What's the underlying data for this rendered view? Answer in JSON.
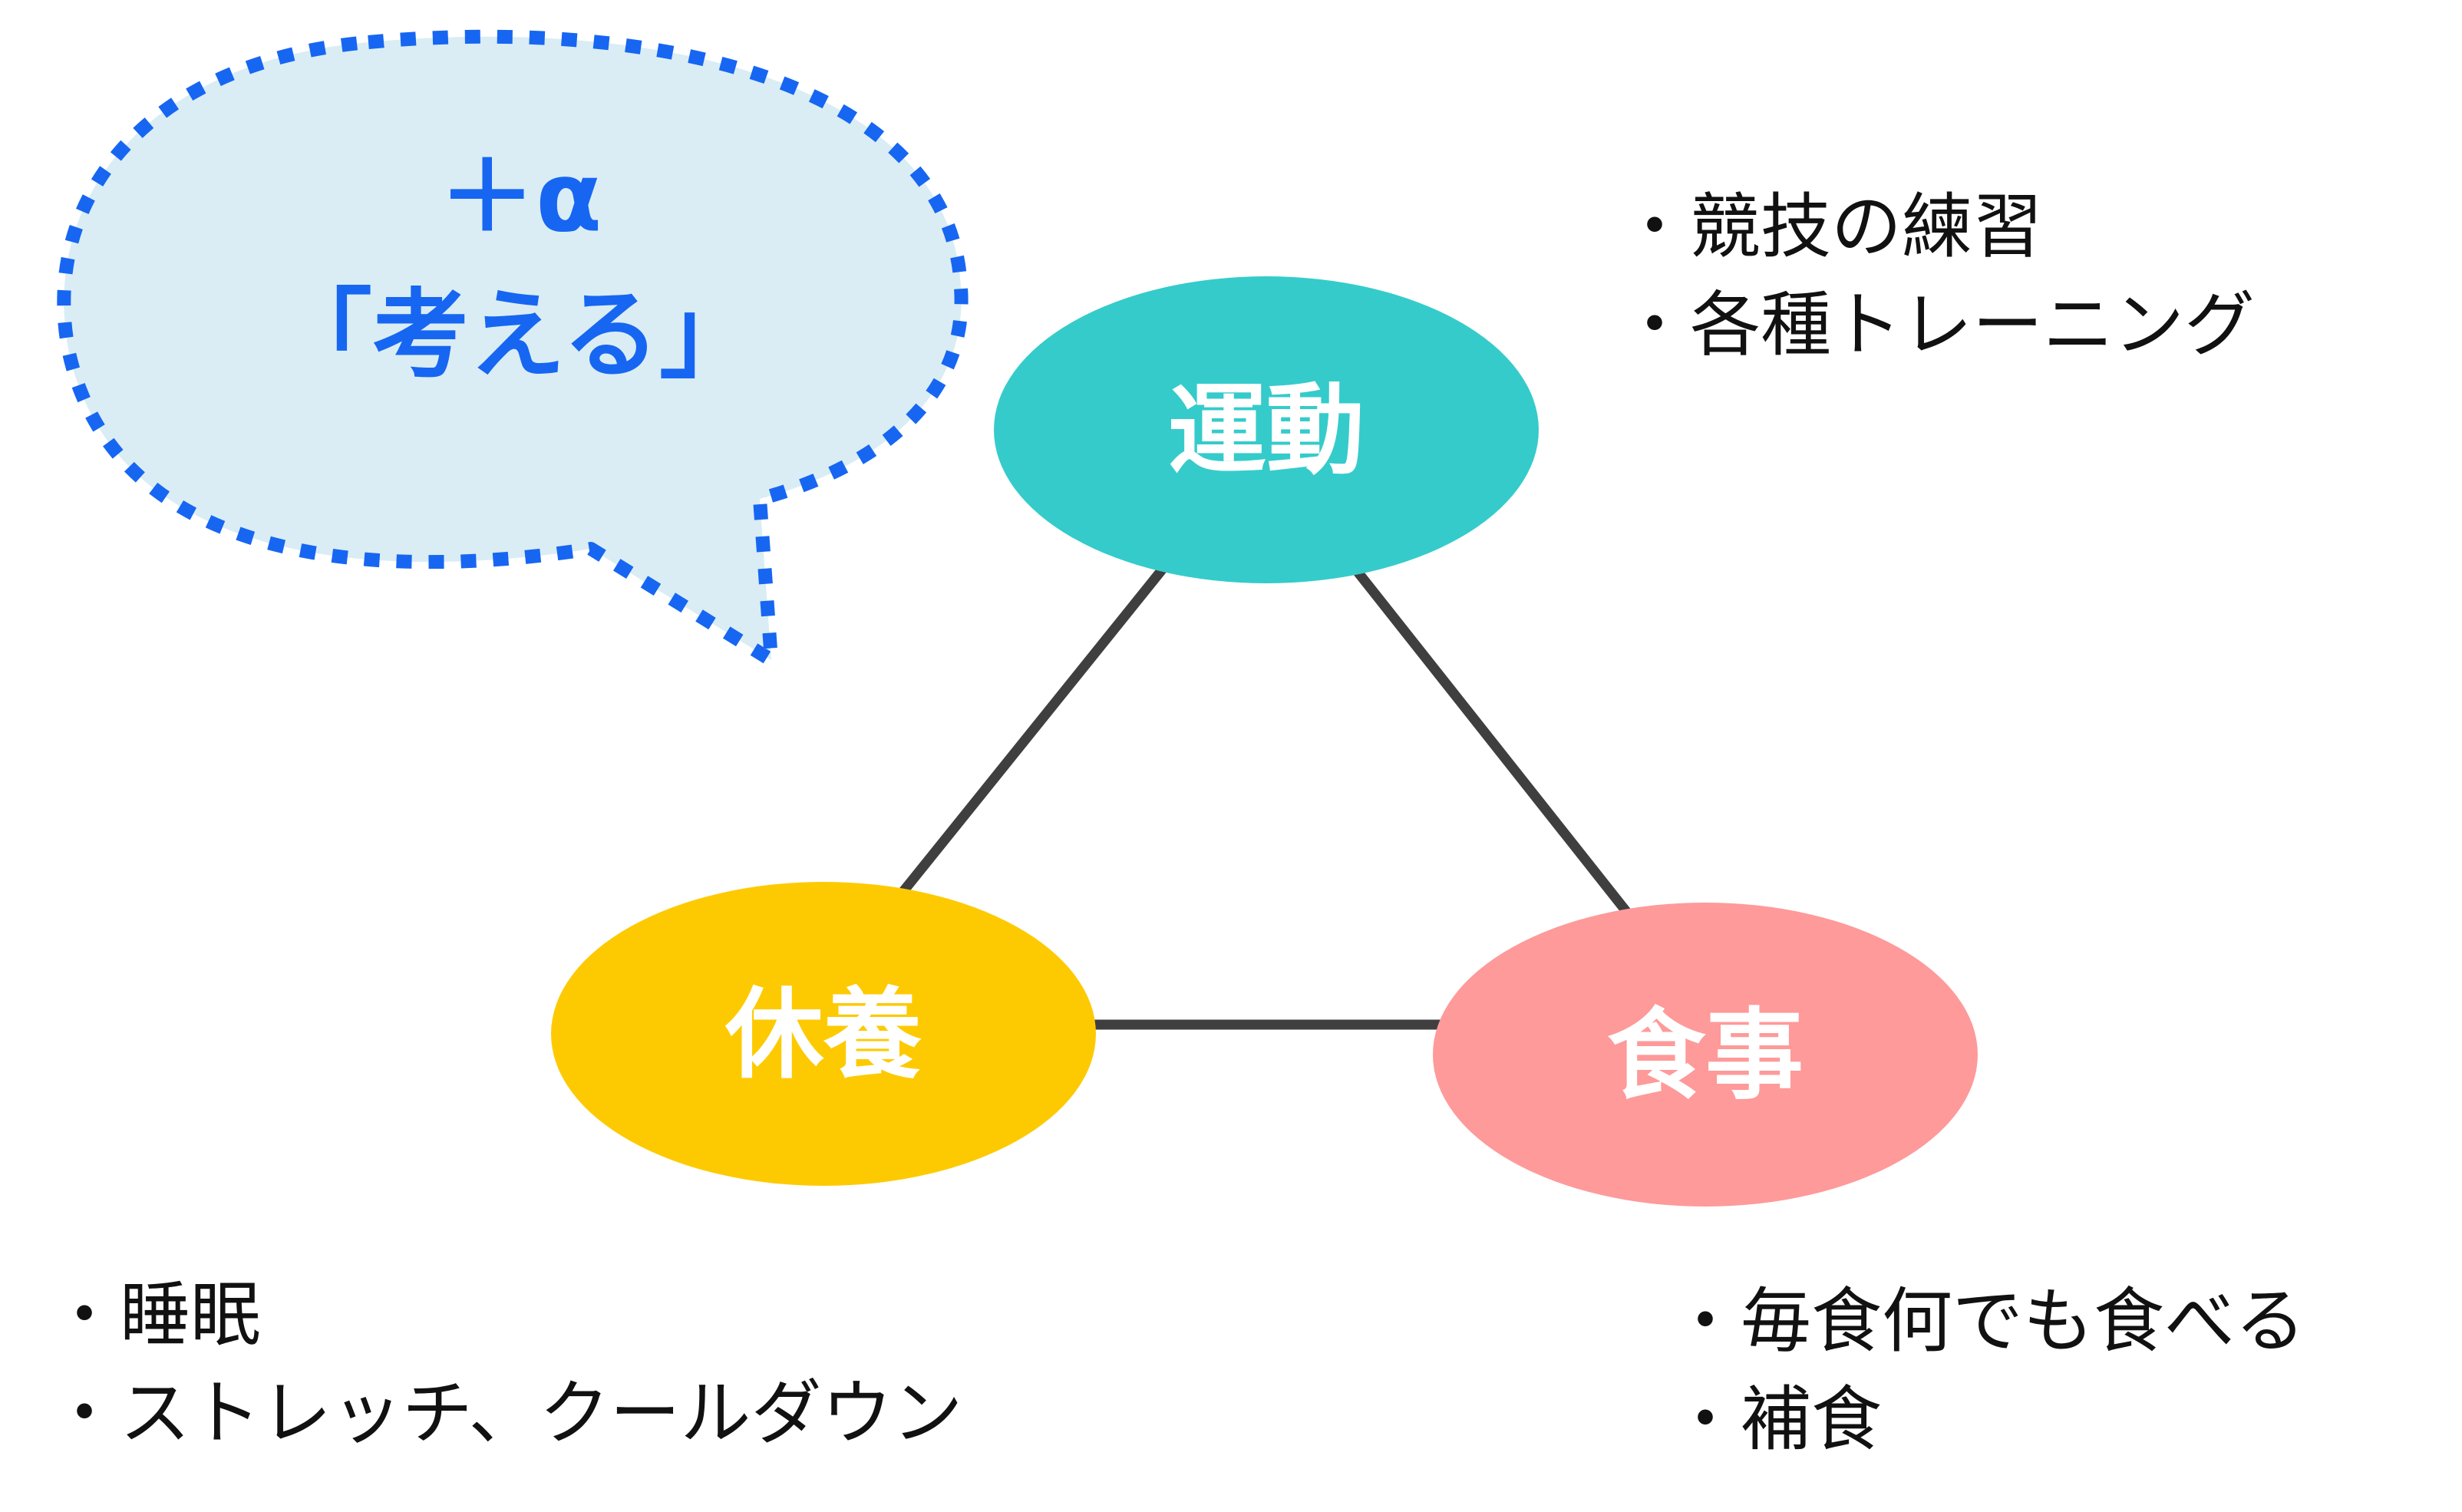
{
  "bubble": {
    "line1": "＋α",
    "line2": "「考える」",
    "fill_color": "#daedf4",
    "border_color": "#1766f2"
  },
  "nodes": {
    "undou": {
      "label": "運動",
      "color": "#35cbcb",
      "items": [
        "競技の練習",
        "各種トレーニング"
      ]
    },
    "kyuuyou": {
      "label": "休養",
      "color": "#fdca02",
      "items": [
        "睡眠",
        "ストレッチ、クールダウン"
      ]
    },
    "shokuji": {
      "label": "食事",
      "color": "#fe9a9a",
      "items": [
        "毎食何でも食べる",
        "補食"
      ]
    }
  },
  "edge_color": "#3f3f3f"
}
